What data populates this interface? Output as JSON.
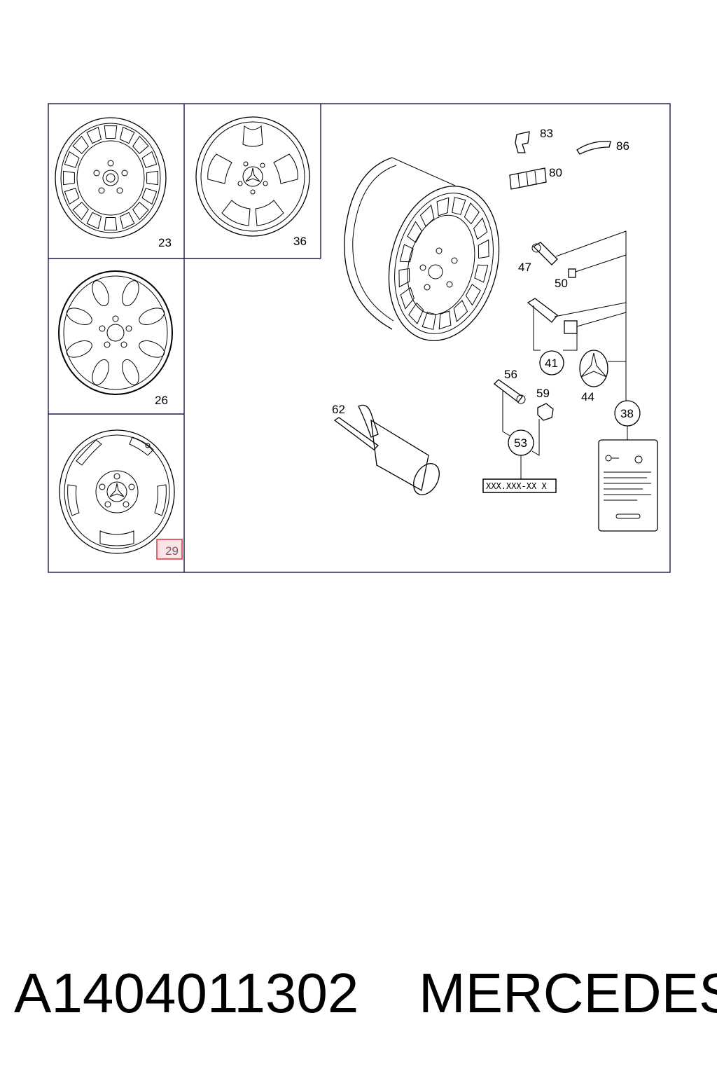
{
  "diagram": {
    "callouts": {
      "c23": "23",
      "c36": "36",
      "c26": "26",
      "c29": "29",
      "c83": "83",
      "c86": "86",
      "c80": "80",
      "c47": "47",
      "c50": "50",
      "c41": "41",
      "c44": "44",
      "c56": "56",
      "c59": "59",
      "c53": "53",
      "c38": "38",
      "c62": "62"
    },
    "part_number_placeholder": "XXX.XXX-XX X",
    "highlighted_callout": "29",
    "highlight_color": "#e0303a"
  },
  "caption": {
    "part_number": "A1404011302",
    "brand": "MERCEDES"
  }
}
